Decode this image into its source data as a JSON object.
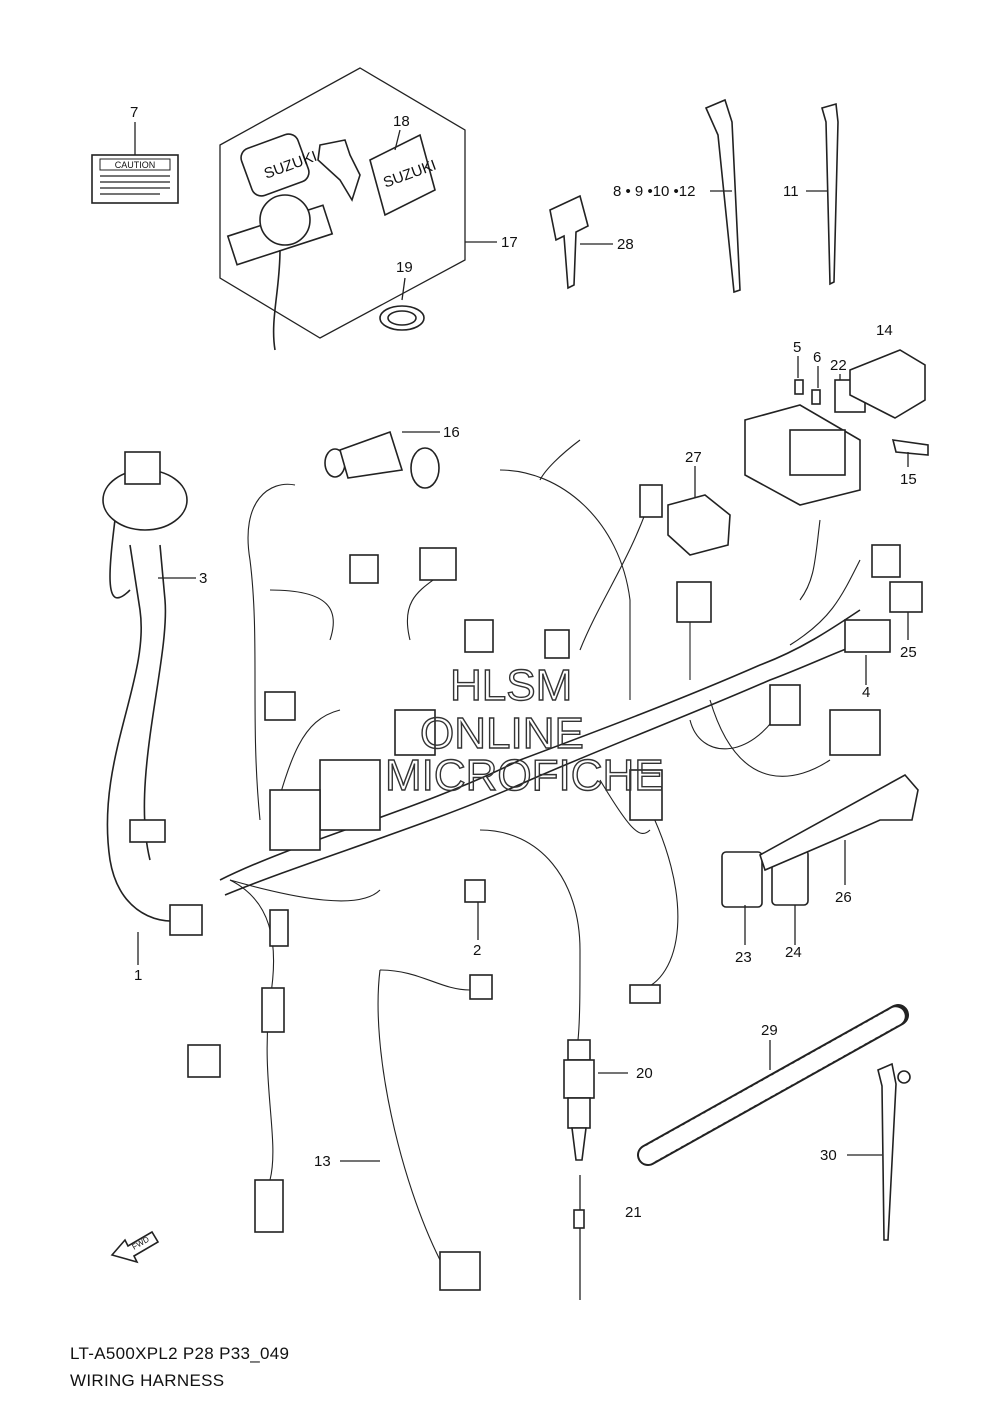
{
  "diagram": {
    "caution_label_text": "CAUTION",
    "key_brand_text": "SUZUKI",
    "fwd_arrow_text": "FWD",
    "watermark": [
      "HLSM",
      "ONLINE",
      "MICROFICHE"
    ],
    "callouts": {
      "c1": "1",
      "c2": "2",
      "c3": "3",
      "c4": "4",
      "c5": "5",
      "c6": "6",
      "c7": "7",
      "c8_12": "8 • 9 •10 •12",
      "c11": "11",
      "c13": "13",
      "c14": "14",
      "c15": "15",
      "c16": "16",
      "c17": "17",
      "c18": "18",
      "c19": "19",
      "c20": "20",
      "c21": "21",
      "c22": "22",
      "c23": "23",
      "c24": "24",
      "c25": "25",
      "c26": "26",
      "c27": "27",
      "c28": "28",
      "c29": "29",
      "c30": "30"
    }
  },
  "footer": {
    "model_code": "LT-A500XPL2 P28 P33_049",
    "title": "WIRING HARNESS"
  }
}
